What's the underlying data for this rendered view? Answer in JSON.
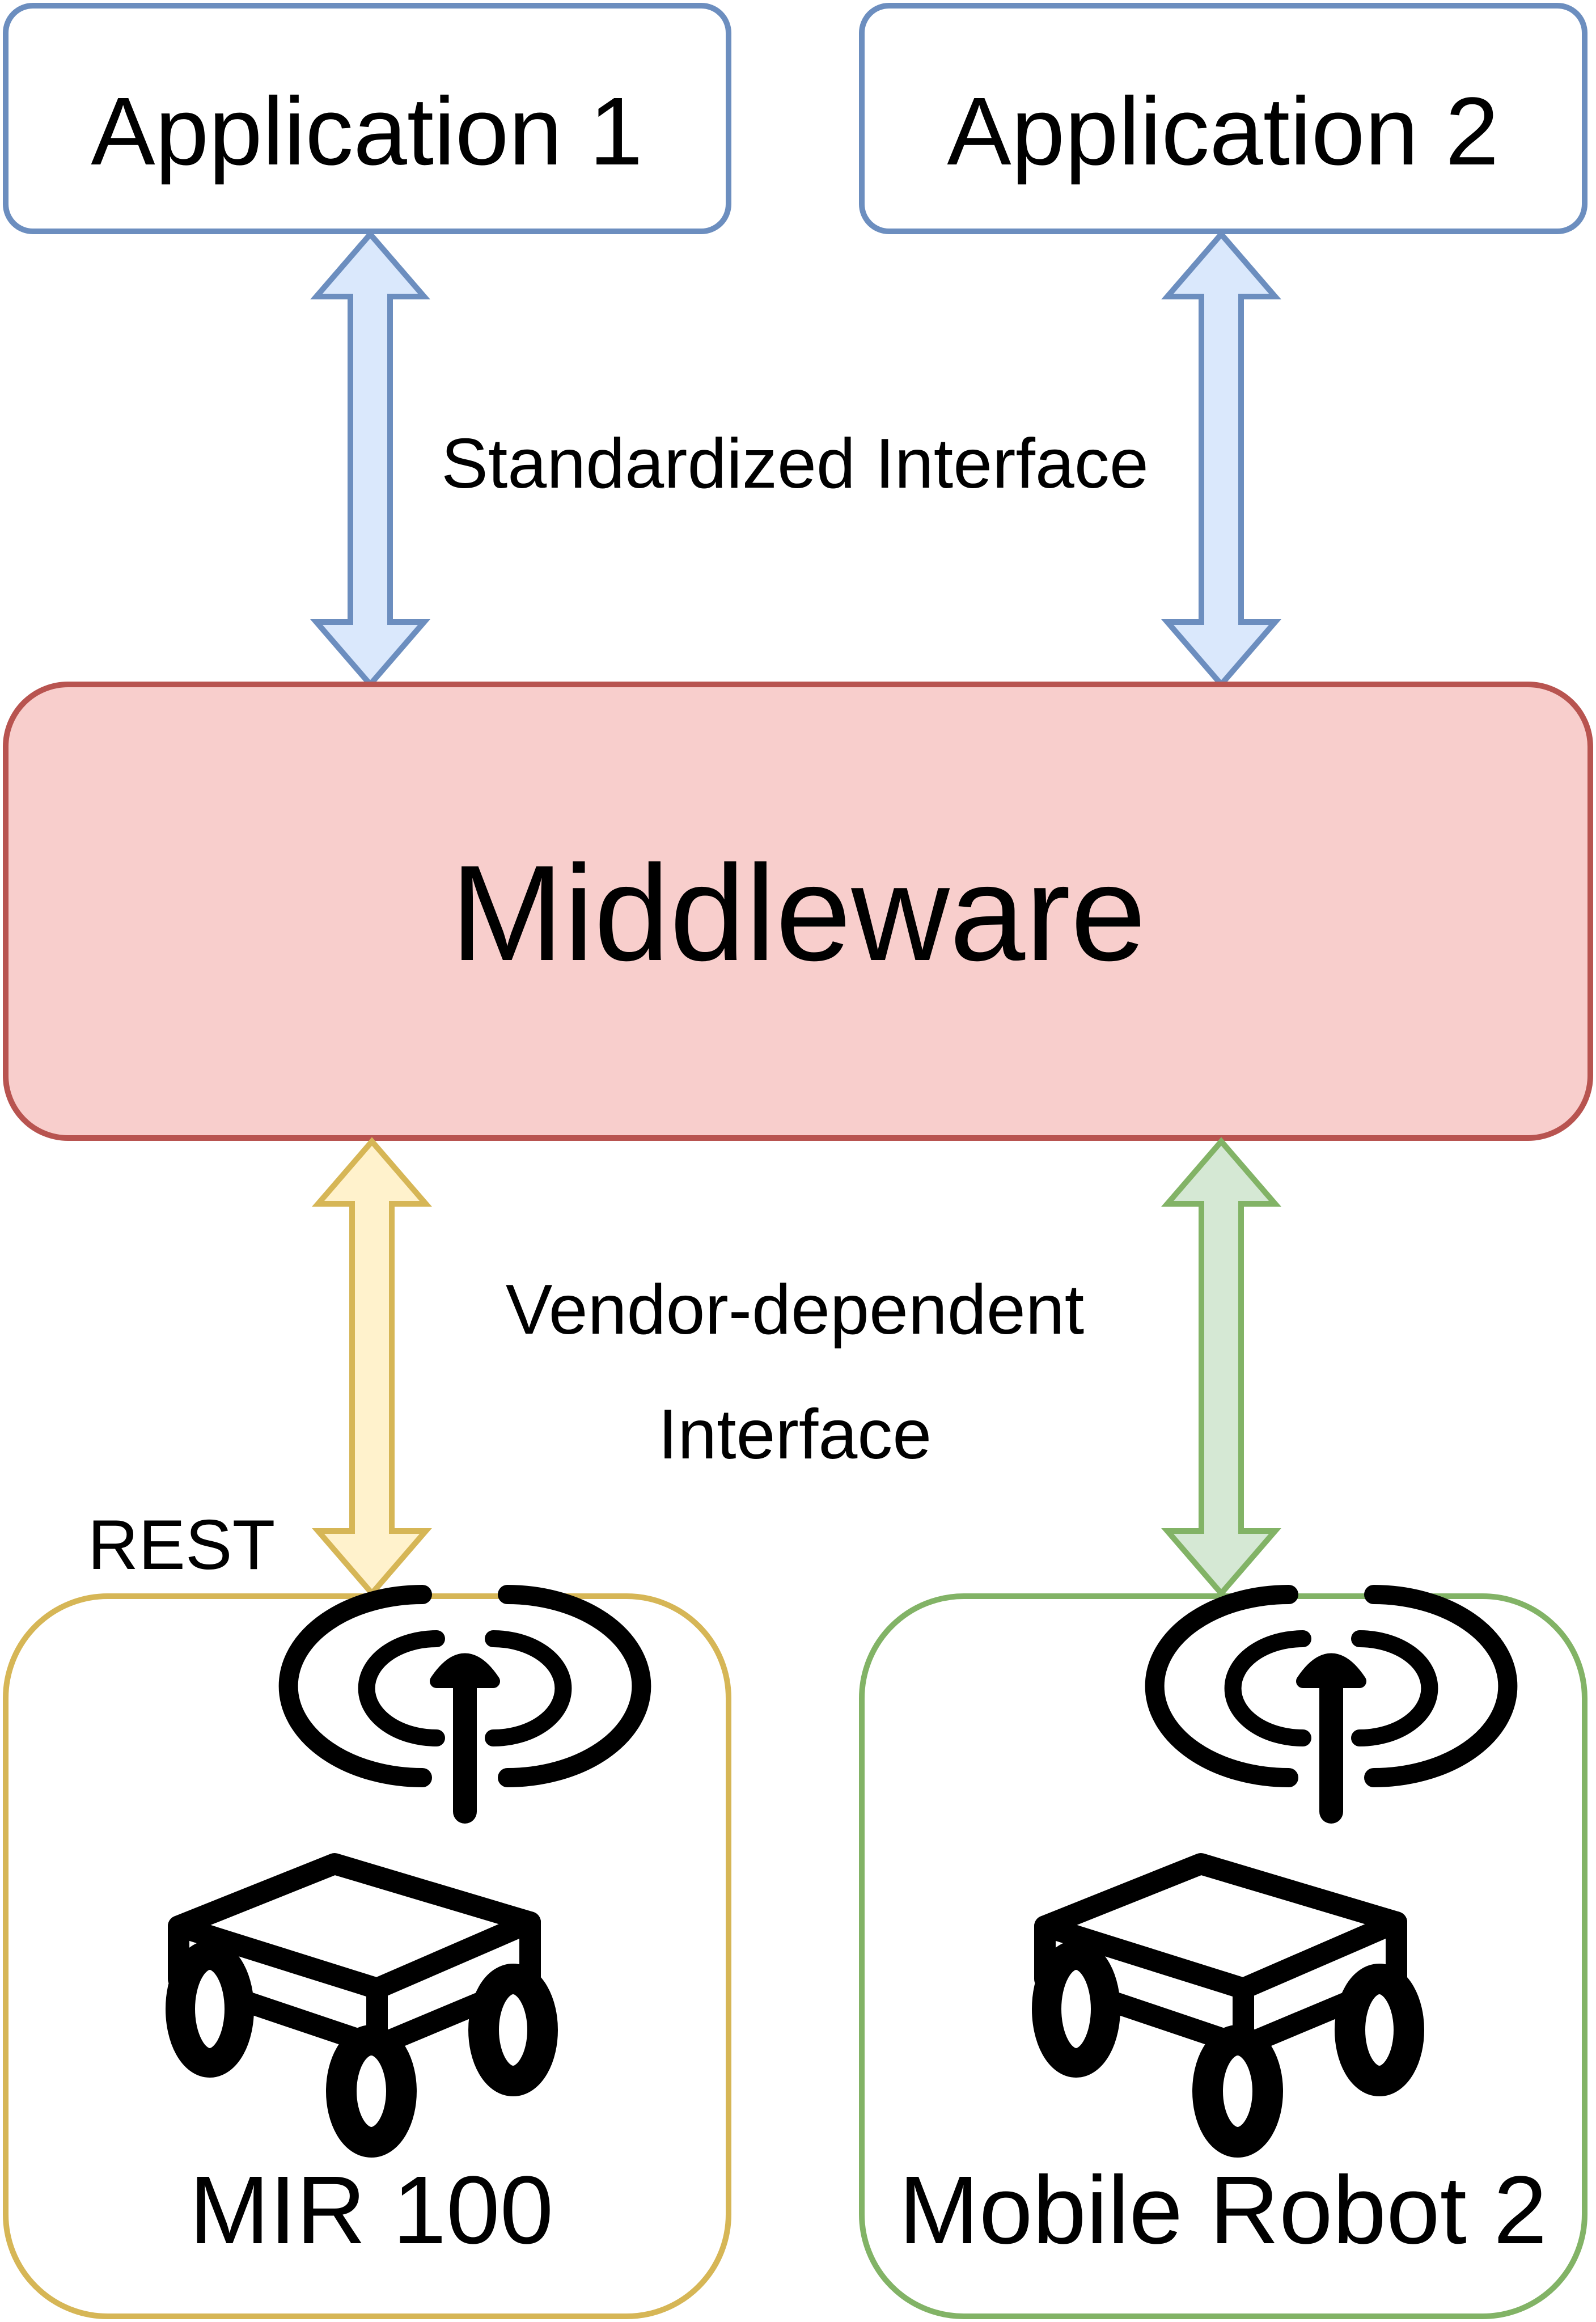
{
  "nodes": {
    "app1": {
      "label": "Application 1"
    },
    "app2": {
      "label": "Application 2"
    },
    "middleware": {
      "label": "Middleware"
    },
    "robot1": {
      "label": "MIR 100"
    },
    "robot2": {
      "label": "Mobile Robot 2"
    }
  },
  "labels": {
    "standardized": "Standardized Interface",
    "vendor_line1": "Vendor-dependent",
    "vendor_line2": "Interface",
    "rest": "REST"
  },
  "icons": {
    "robot1": "mobile-robot-antenna-icon",
    "robot2": "mobile-robot-antenna-icon"
  },
  "colors": {
    "app_stroke": "#6c8ebf",
    "app_fill": "#ffffff",
    "middleware_stroke": "#b85450",
    "middleware_fill": "#f8cecc",
    "robot1_stroke": "#d6b656",
    "robot2_stroke": "#82b366",
    "arrow_blue_fill": "#dae8fc",
    "arrow_blue_stroke": "#6c8ebf",
    "arrow_yellow_fill": "#fff2cc",
    "arrow_yellow_stroke": "#d6b656",
    "arrow_green_fill": "#d5e8d4",
    "arrow_green_stroke": "#82b366"
  }
}
